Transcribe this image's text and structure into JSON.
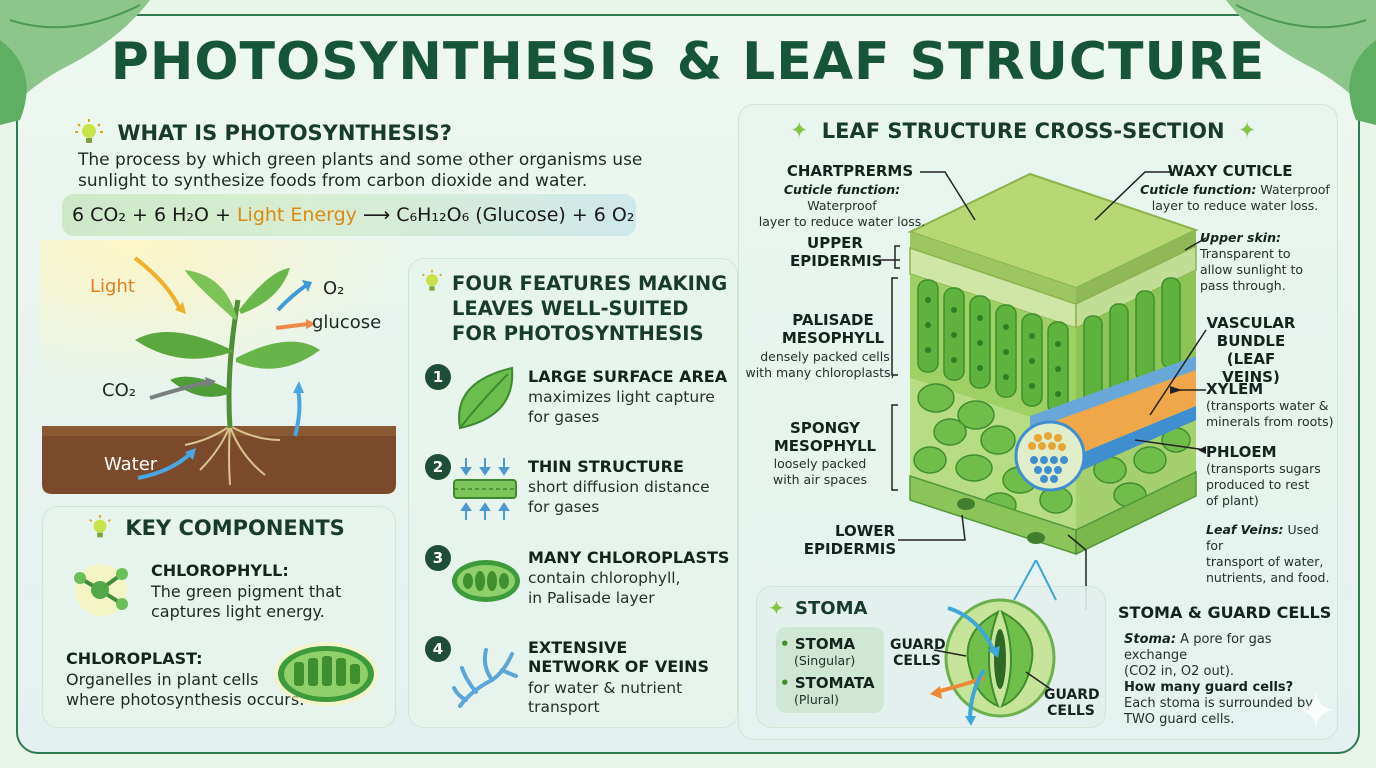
{
  "title": "PHOTOSYNTHESIS & LEAF STRUCTURE",
  "what": {
    "heading": "WHAT IS PHOTOSYNTHESIS?",
    "description_line1": "The process by which green plants and some other organisms use",
    "description_line2": "sunlight to synthesize foods from carbon dioxide and water.",
    "eq_left": "6 CO₂ + 6 H₂O + ",
    "eq_light": "Light Energy",
    "eq_right": " ⟶ C₆H₁₂O₆ (Glucose) + 6 O₂"
  },
  "plant": {
    "light": "Light",
    "o2": "O₂",
    "glucose": "glucose",
    "co2": "CO₂",
    "water": "Water"
  },
  "key": {
    "heading": "KEY COMPONENTS",
    "chlorophyll_title": "CHLOROPHYLL:",
    "chlorophyll_line1": "The green pigment that",
    "chlorophyll_line2": "captures light energy.",
    "chloroplast_title": "CHLOROPLAST:",
    "chloroplast_line1": "Organelles in plant cells",
    "chloroplast_line2": "where photosynthesis occurs."
  },
  "features": {
    "heading_line1": "FOUR FEATURES MAKING",
    "heading_line2": "LEAVES WELL-SUITED",
    "heading_line3": "FOR PHOTOSYNTHESIS",
    "items": [
      {
        "num": "1",
        "title": "LARGE SURFACE AREA",
        "desc1": "maximizes light capture",
        "desc2": "for gases"
      },
      {
        "num": "2",
        "title": "THIN STRUCTURE",
        "desc1": "short diffusion distance",
        "desc2": "for gases"
      },
      {
        "num": "3",
        "title": "MANY CHLOROPLASTS",
        "desc1": "contain chlorophyll,",
        "desc2": "in Palisade layer"
      },
      {
        "num": "4",
        "title1": "EXTENSIVE",
        "title2": "NETWORK OF VEINS",
        "desc1": "for water & nutrient",
        "desc2": "transport"
      }
    ]
  },
  "leaf": {
    "heading": "LEAF STRUCTURE CROSS-SECTION",
    "chartprerms": "CHARTPRERMS",
    "chart_fn_bold": "Cuticle function:",
    "chart_fn_1": " Waterproof",
    "chart_fn_2": "layer to reduce water loss.",
    "waxy": "WAXY CUTICLE",
    "waxy_fn_bold": "Cuticle function:",
    "waxy_fn_1": " Waterproof",
    "waxy_fn_2": "layer to reduce water loss.",
    "upper_1": "UPPER",
    "upper_2": "EPIDERMIS",
    "upper_skin_bold": "Upper skin:",
    "upper_skin_1": "Transparent to",
    "upper_skin_2": "allow sunlight to",
    "upper_skin_3": "pass through.",
    "palisade_1": "PALISADE",
    "palisade_2": "MESOPHYLL",
    "palisade_d1": "densely packed cells",
    "palisade_d2": "with many chloroplasts,",
    "vascular_1": "VASCULAR",
    "vascular_2": "BUNDLE",
    "vascular_3": "(LEAF VEINS)",
    "xylem": "XYLEM",
    "xylem_d1": "(transports water &",
    "xylem_d2": "minerals from roots)",
    "spongy_1": "SPONGY",
    "spongy_2": "MESOPHYLL",
    "spongy_d1": "loosely packed",
    "spongy_d2": "with air spaces",
    "phloem": "PHLOEM",
    "phloem_d1": "(transports sugars",
    "phloem_d2": "produced to rest",
    "phloem_d3": "of plant)",
    "lower_1": "LOWER",
    "lower_2": "EPIDERMIS",
    "veins_bold": "Leaf Veins:",
    "veins_1": " Used for",
    "veins_2": "transport of water,",
    "veins_3": "nutrients, and food."
  },
  "stoma": {
    "heading": "STOMA",
    "singular": "STOMA",
    "singular_note": "(Singular)",
    "plural": "STOMATA",
    "plural_note": "(Plural)",
    "guard_1a": "GUARD",
    "guard_1b": "CELLS",
    "guard_2a": "GUARD",
    "guard_2b": "CELLS",
    "right_title": "STOMA & GUARD CELLS",
    "def_bold": "Stoma:",
    "def_1": " A pore for gas exchange",
    "def_2": "(CO2 in, O2 out).",
    "q": "How many guard cells?",
    "a_1": "Each stoma is surrounded by",
    "a_2": "TWO guard cells."
  }
}
